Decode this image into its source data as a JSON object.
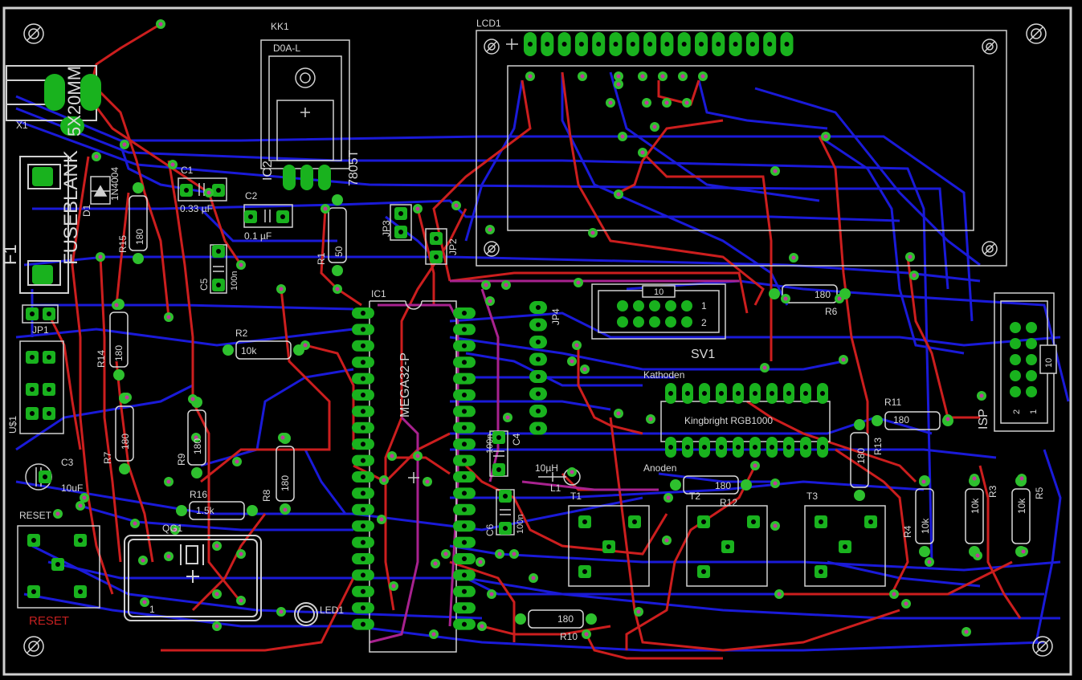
{
  "colors": {
    "background": "#000000",
    "outline": "#d0d0d0",
    "top_trace": "#cc1e1e",
    "bottom_trace": "#1a1ad8",
    "pad": "#19b21e",
    "via_ring": "#2ec02e",
    "via_hole": "#c0389c",
    "silk": "#d8d8d8",
    "reset_red": "#c42020"
  },
  "labels": {
    "kk1": "KK1",
    "doa": "D0A-L",
    "ic2": "IC2",
    "v7805": "7805T",
    "c1": "C1",
    "c1_val": "0.33 µF",
    "c2": "C2",
    "c2_val": "0.1 µF",
    "c5": "C5",
    "c5_val": "100n",
    "x1": "X1",
    "fuse_title": "FUSEBLANK",
    "fuse_size": "5X20MM",
    "f1": "F1",
    "d1": "D1",
    "d1_val": "1N4004",
    "r15": "R15",
    "r15_val": "180",
    "jp3": "JP3",
    "jp2": "JP2",
    "r1": "R1",
    "r1_val": "50",
    "lcd1": "LCD1",
    "jp1": "JP1",
    "r14": "R14",
    "r14_val": "180",
    "r2": "R2",
    "r2_val": "10k",
    "ic1": "IC1",
    "mega": "MEGA32-P",
    "jp4": "JP4",
    "sv1": "SV1",
    "sv1_10": "10",
    "sv1_1": "1",
    "sv1_2": "2",
    "r6": "R6",
    "r6_val": "180",
    "isp": "ISP",
    "isp_10": "10",
    "isp_2": "2",
    "isp_1": "1",
    "us1": "U$1",
    "r7": "R7",
    "r7_val": "180",
    "r9": "R9",
    "r9_val": "180",
    "c3": "C3",
    "c3_val": "10uF",
    "kathoden": "Kathoden",
    "kingbright": "Kingbright RGB1000",
    "anoden": "Anoden",
    "r11": "R11",
    "r11_val": "180",
    "r13": "R13",
    "r13_val": "180",
    "c4": "C4",
    "c4_val": "100n",
    "l1_val": "10µH",
    "l1": "L1",
    "r8": "R8",
    "r8_val": "180",
    "r16": "R16",
    "r16_val": "1.5k",
    "reset_top": "RESET",
    "qg1": "QG1",
    "qg1_pin": "1",
    "t1": "T1",
    "t2": "T2",
    "r12": "R12",
    "r12_val": "180",
    "t3": "T3",
    "r4": "R4",
    "r4_val": "10k",
    "r3": "R3",
    "r3_val": "10k",
    "r5": "R5",
    "r5_val": "10k",
    "c6": "C6",
    "c6_val": "100n",
    "led1": "LED1",
    "r10": "R10",
    "r10_val": "180",
    "reset_bottom": "RESET"
  }
}
